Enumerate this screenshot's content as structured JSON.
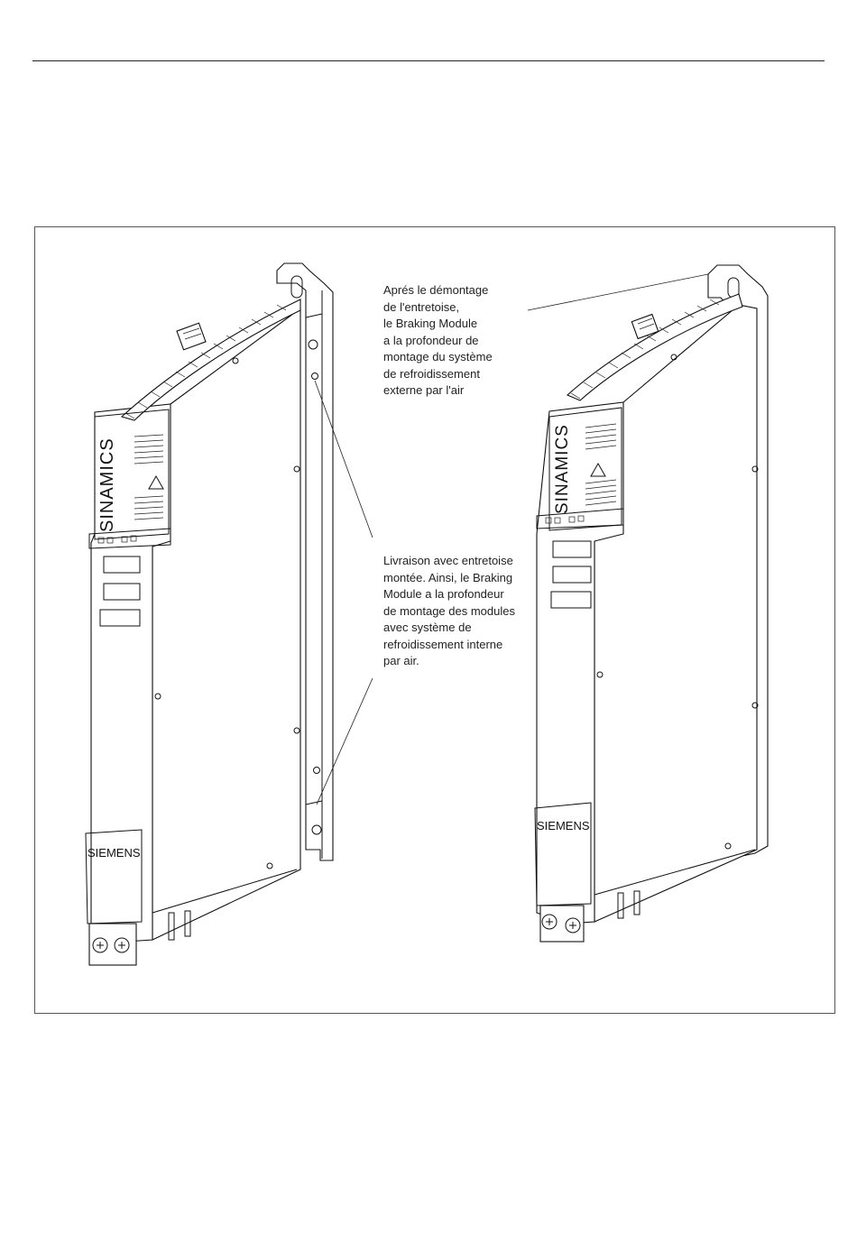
{
  "figure": {
    "callout_top": [
      "Aprés le démontage",
      "de l'entretoise,",
      "le Braking Module",
      "a la profondeur de",
      "montage du système",
      "de refroidissement",
      "externe par l'air"
    ],
    "callout_mid": [
      "Livraison avec entretoise",
      "montée. Ainsi, le Braking",
      "Module a la profondeur",
      "de montage des modules",
      "avec système de",
      "refroidissement interne",
      "par air."
    ],
    "module_left": {
      "product_label": "SINAMICS",
      "brand_label": "SIEMENS"
    },
    "module_right": {
      "product_label": "SINAMICS",
      "brand_label": "SIEMENS"
    }
  }
}
